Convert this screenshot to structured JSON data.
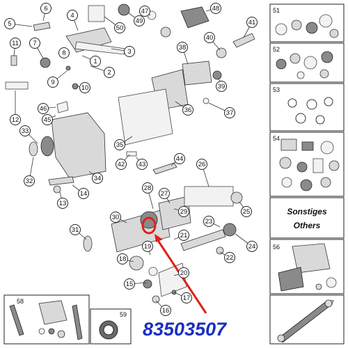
{
  "part_number": "83503507",
  "others_de": "Sonstiges",
  "others_en": "Others",
  "callouts": [
    "1",
    "2",
    "3",
    "4",
    "5",
    "6",
    "7",
    "8",
    "9",
    "10",
    "11",
    "12",
    "13",
    "14",
    "15",
    "16",
    "17",
    "18",
    "19",
    "20",
    "21",
    "22",
    "23",
    "24",
    "25",
    "26",
    "27",
    "28",
    "29",
    "30",
    "31",
    "32",
    "33",
    "34",
    "35",
    "36",
    "37",
    "38",
    "39",
    "40",
    "41",
    "42",
    "43",
    "44",
    "45",
    "46",
    "47",
    "48",
    "49",
    "50"
  ],
  "panels": [
    "51",
    "52",
    "53",
    "54",
    "56",
    "57",
    "58",
    "59"
  ],
  "colors": {
    "highlight": "#e0201b",
    "part_number": "#1a2fbf"
  }
}
